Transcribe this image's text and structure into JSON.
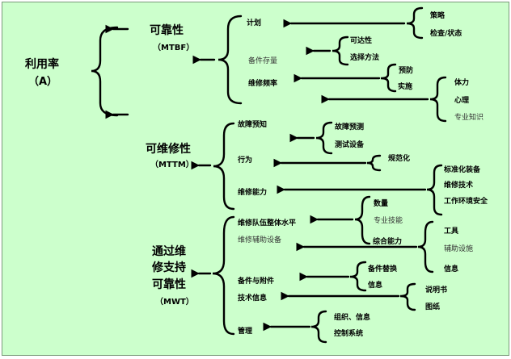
{
  "root": {
    "title": "利用率",
    "abbr": "（A）"
  },
  "mtbf": {
    "title": "可靠性",
    "abbr": "（MTBF）",
    "items": {
      "plan": "计划",
      "spare": "备件存量",
      "freq": "维修频率"
    },
    "plan_sub": [
      "策略",
      "检查/状态"
    ],
    "spare_sub": [
      "可达性",
      "选择方法"
    ],
    "freq_sub": [
      "预防",
      "实施"
    ],
    "freq_sub2": [
      "体力",
      "心理",
      "专业知识"
    ]
  },
  "mttm": {
    "title": "可维修性",
    "abbr": "（MTTM）",
    "items": {
      "fault": "故障预知",
      "behavior": "行为",
      "ability": "维修能力"
    },
    "fault_sub": [
      "故障预测",
      "测试设备"
    ],
    "behavior_sub": [
      "规范化"
    ],
    "ability_sub": [
      "标准化装备",
      "维修技术",
      "工作环境安全"
    ]
  },
  "mwt": {
    "title_lines": [
      "通过维",
      "修支持",
      "可靠性"
    ],
    "abbr": "（MWT）",
    "items": {
      "team": "维修队伍整体水平",
      "aux": "维修辅助设备",
      "parts": "备件与附件",
      "info": "技术信息",
      "mgmt": "管理"
    },
    "team_sub": [
      "数量",
      "专业技能",
      "综合能力"
    ],
    "tools_sub": [
      "工具",
      "辅助设施",
      "信息"
    ],
    "parts_sub": [
      "备件替换",
      "信息"
    ],
    "docs_sub": [
      "说明书",
      "图纸"
    ],
    "mgmt_sub": [
      "组织、信息",
      "控制系统"
    ]
  }
}
